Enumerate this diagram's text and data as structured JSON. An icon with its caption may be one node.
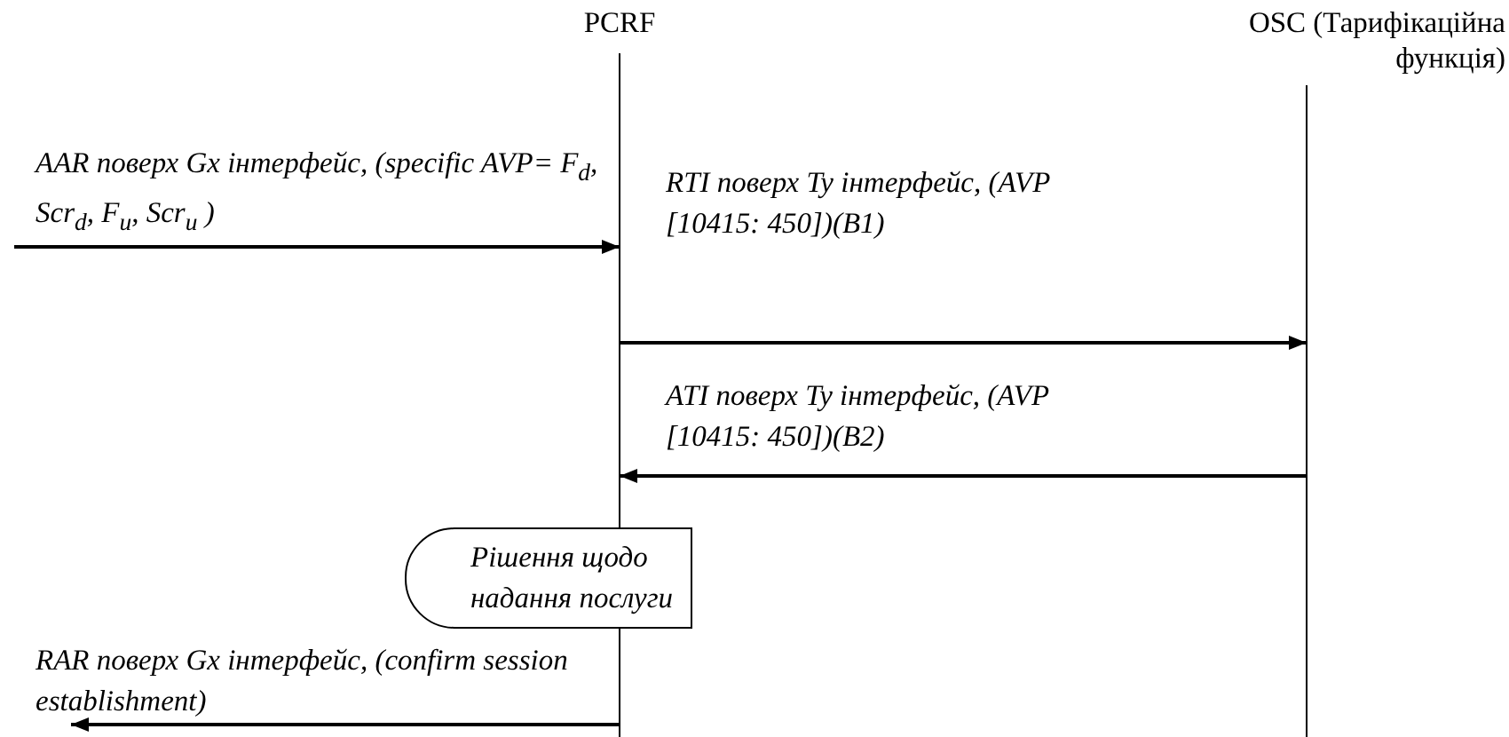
{
  "diagram": {
    "nodes": [
      {
        "text": [
          "PCRF"
        ]
      },
      {
        "text": [
          "OSC (Тарифікаційна функція)"
        ]
      },
      {
        "text": [
          "Рішення щодо надання послуги"
        ]
      }
    ],
    "edges": [
      {
        "from": null,
        "to": 0,
        "arrow": "to",
        "label": "AAR поверх Gx інтерфейс, (specific AVP= F$_{d}$, Scr$_{d}$, F$_{u}$, Scr$_{u}$ )"
      },
      {
        "from": 0,
        "to": 1,
        "arrow": "to",
        "label": "RTI поверх Ty інтерфейс, (AVP [10415: 450])(B1)"
      },
      {
        "from": 1,
        "to": 0,
        "arrow": "to",
        "label": "ATI поверх Ty інтерфейс, (AVP [10415: 450])(B2)"
      },
      {
        "from": 0,
        "to": null,
        "arrow": "to",
        "label": "RAR поверх Gx інтерфейс, (confirm session establishment)"
      }
    ]
  }
}
